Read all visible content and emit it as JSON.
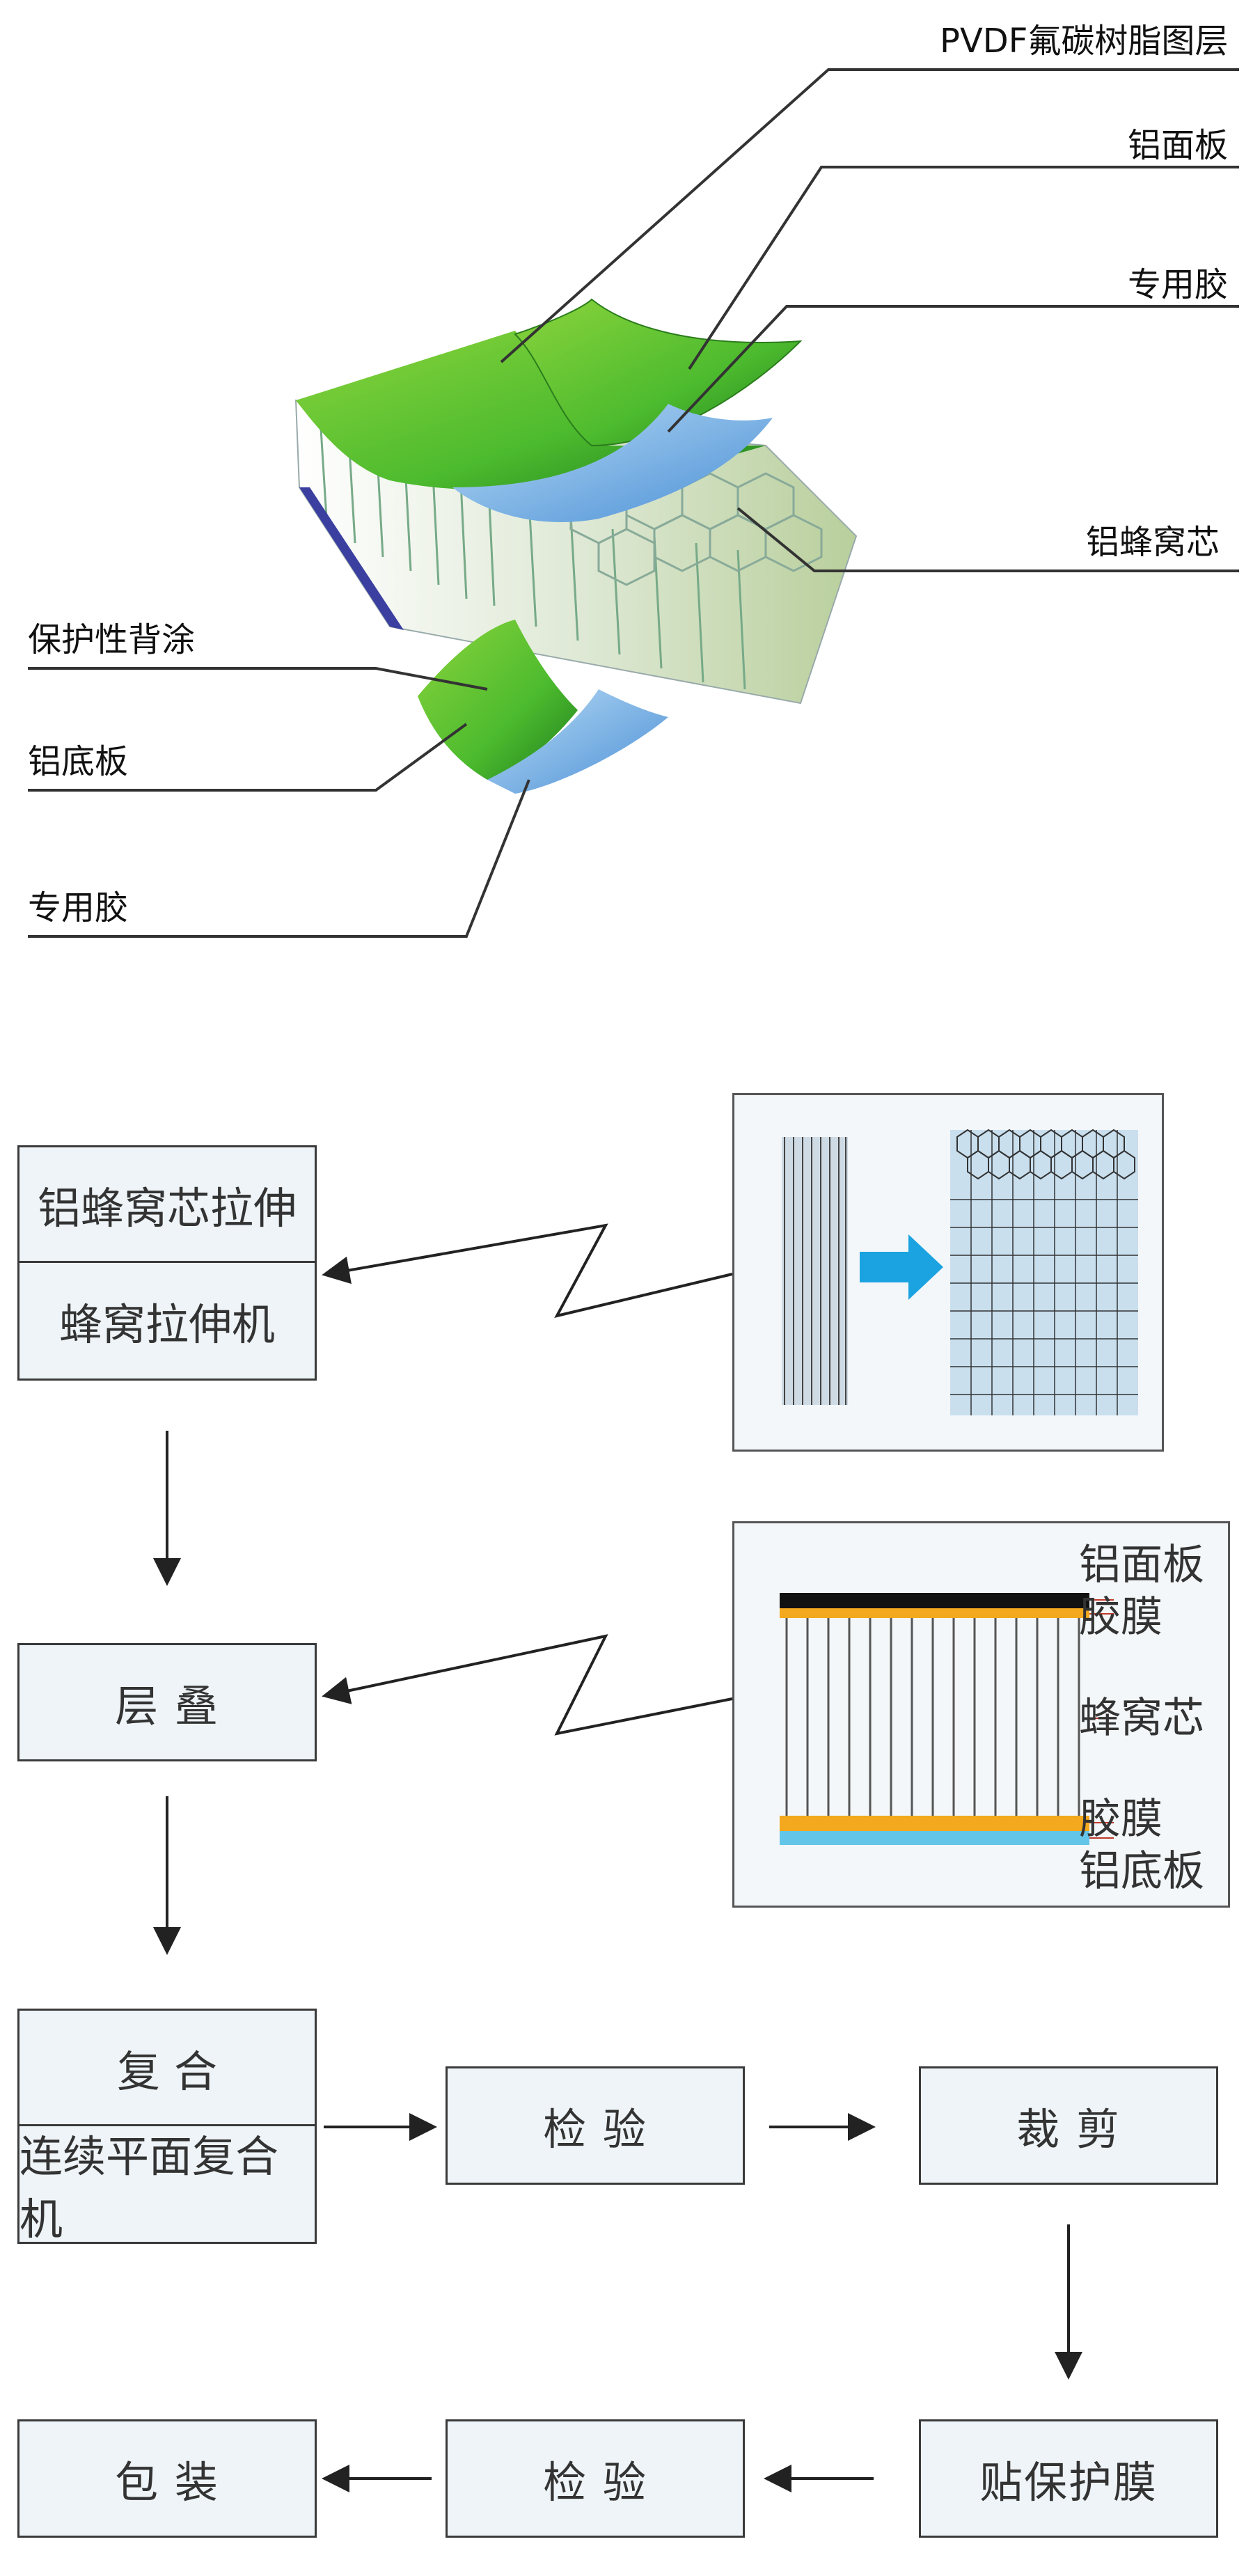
{
  "composite_diagram": {
    "labels_right": [
      "PVDF氟碳树脂图层",
      "铝面板",
      "专用胶",
      "铝蜂窝芯"
    ],
    "labels_left": [
      "保护性背涂",
      "铝底板",
      "专用胶"
    ]
  },
  "process": {
    "step1": {
      "top": "铝蜂窝芯拉伸",
      "bottom": "蜂窝拉伸机"
    },
    "step2": "层  叠",
    "step3": {
      "top": "复  合",
      "bottom": "连续平面复合机"
    },
    "inspect1": "检  验",
    "cut": "裁  剪",
    "film": "贴保护膜",
    "inspect2": "检  验",
    "pack": "包  装"
  },
  "layer_panel": {
    "labels": [
      "铝面板",
      "胶膜",
      "蜂窝芯",
      "胶膜",
      "铝底板"
    ]
  },
  "colors": {
    "green": "#5cc13a",
    "blue": "#7fb8e6",
    "arrow_blue": "#1aa3e0",
    "orange": "#f3a81d",
    "light_blue": "#63c5e8",
    "black": "#111111"
  }
}
